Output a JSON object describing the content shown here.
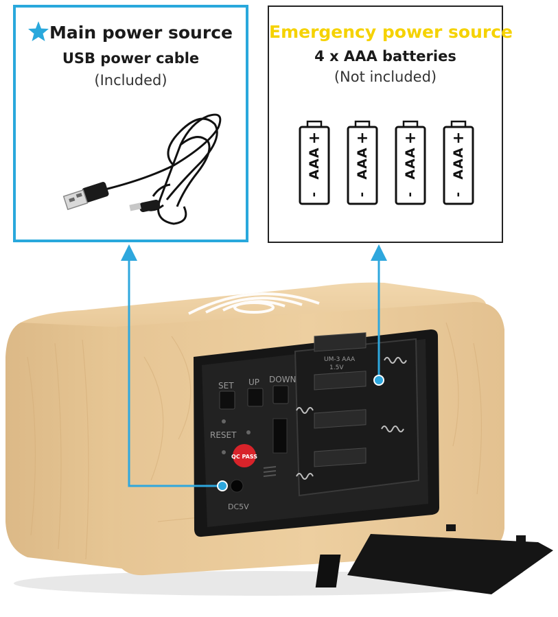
{
  "main_power": {
    "title": "Main power source",
    "line1": "USB power cable",
    "line2": "(Included)",
    "accent_color": "#29a8dc"
  },
  "emergency_power": {
    "title": "Emergency power source",
    "line1": "4 x AAA batteries",
    "line2": "(Not included)",
    "title_color": "#f5d200"
  },
  "batteries": [
    {
      "label": "AAA",
      "plus": "+",
      "minus": "-"
    },
    {
      "label": "AAA",
      "plus": "+",
      "minus": "-"
    },
    {
      "label": "AAA",
      "plus": "+",
      "minus": "-"
    },
    {
      "label": "AAA",
      "plus": "+",
      "minus": "-"
    }
  ],
  "clock_back": {
    "button_set": "SET",
    "button_up": "UP",
    "button_down": "DOWN",
    "reset_label": "RESET",
    "dc_label": "DC5V",
    "sticker_text": "QC PASS",
    "slot_label": "UM-3 AAA",
    "slot_voltage": "1.5V"
  }
}
